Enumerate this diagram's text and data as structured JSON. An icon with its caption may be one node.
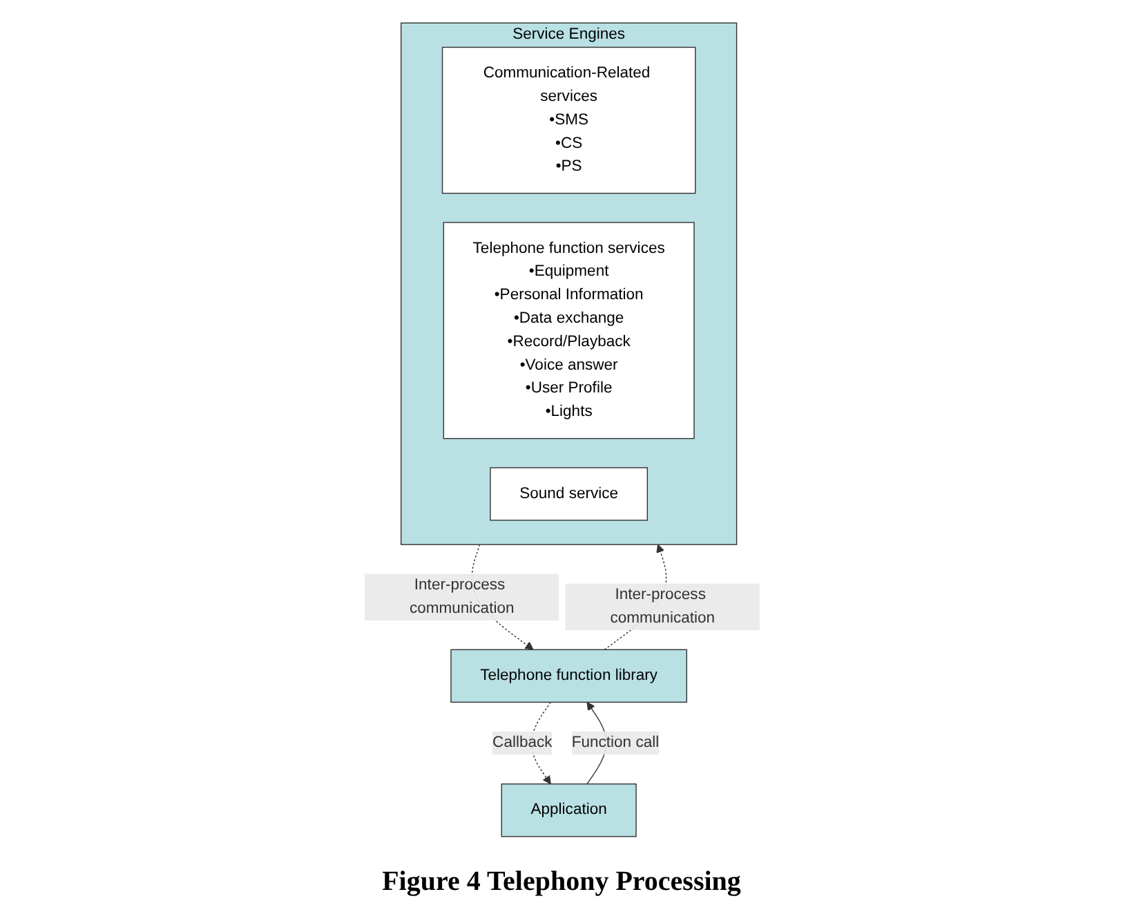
{
  "diagram": {
    "caption": "Figure 4 Telephony Processing",
    "nodes": [
      {
        "text": [
          "Application"
        ]
      },
      {
        "text": [
          "Telephone function library"
        ]
      },
      {
        "text": [
          "Service Engines"
        ]
      },
      {
        "text": [
          "Communication-Related services",
          "•SMS",
          "•CS",
          "•PS"
        ],
        "in": 2
      },
      {
        "text": [
          "Telephone function services",
          "•Equipment",
          "•Personal Information",
          "•Data exchange",
          "•Record/Playback",
          "•Voice answer",
          "•User Profile",
          "•Lights"
        ],
        "in": 2
      },
      {
        "text": [
          "Sound service"
        ],
        "in": 2
      }
    ],
    "edges": [
      {
        "from": 1,
        "to": 0,
        "arrow": "to",
        "style": "dashed",
        "label": "Callback"
      },
      {
        "from": 0,
        "to": 1,
        "arrow": "to",
        "label": "Function call"
      },
      {
        "from": 2,
        "to": 1,
        "arrow": "to",
        "style": "dashed",
        "label": "Inter-process communication"
      },
      {
        "from": 1,
        "to": 2,
        "arrow": "to",
        "style": "dashed",
        "label": "Inter-process communication"
      }
    ]
  }
}
